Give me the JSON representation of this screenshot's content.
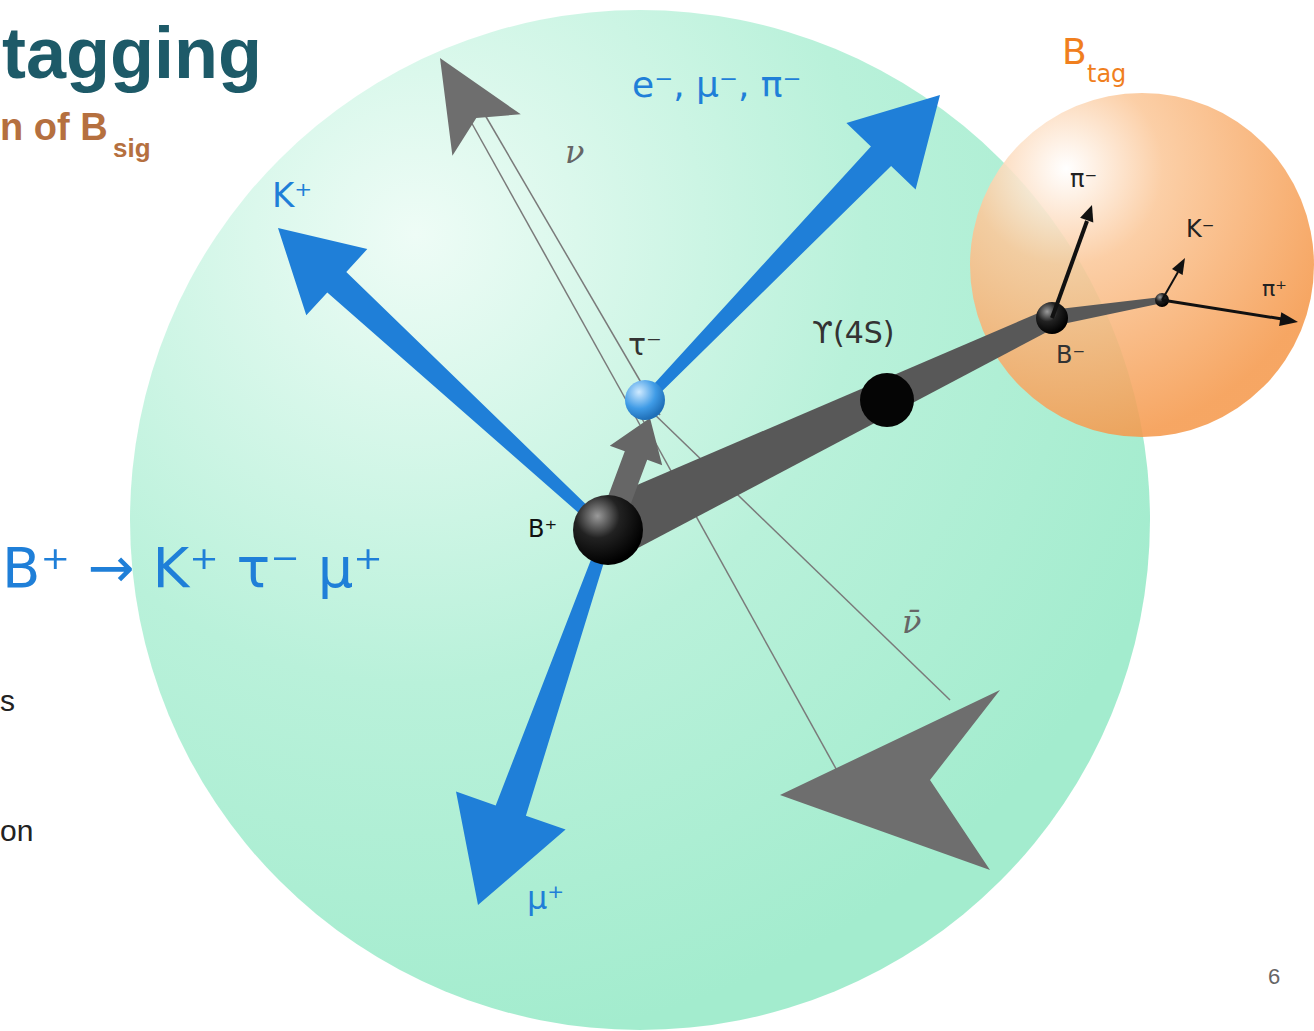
{
  "diagram": {
    "title": "tagging",
    "nodes": [
      {
        "text": [
          "B⁺"
        ]
      },
      {
        "text": [
          "B",
          "tag"
        ]
      }
    ],
    "labels": [
      "n of B",
      "sig",
      "e⁻, μ⁻, π⁻",
      "K⁺",
      "ν",
      "τ⁻",
      "ϒ(4S)",
      "B⁻",
      "π⁻",
      "K⁻",
      "π⁺",
      "B⁺ → K⁺ τ⁻ μ⁺",
      "s",
      "ν̄",
      "on",
      "μ⁺",
      "6"
    ]
  }
}
